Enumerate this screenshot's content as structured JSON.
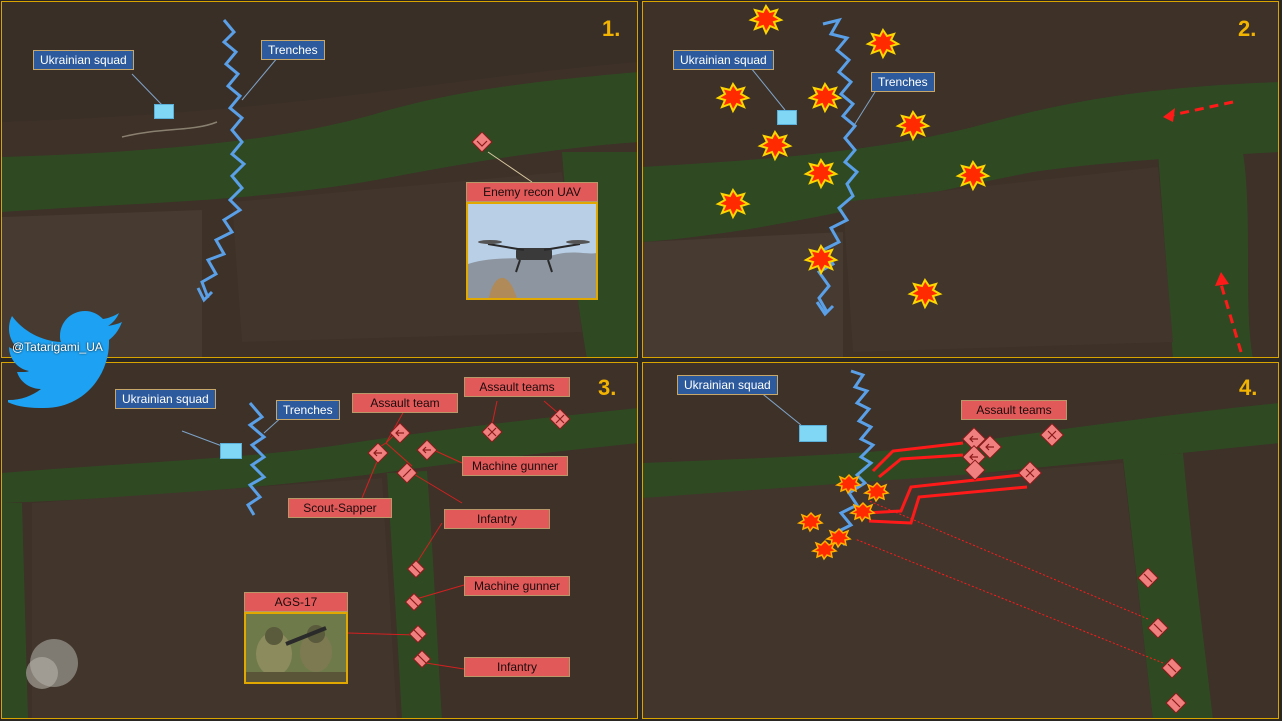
{
  "handle": "@Tatarigami_UA",
  "icons": {
    "brand": "twitter-bird-icon",
    "unit": "diamond-unit-marker-icon",
    "blast": "explosion-icon"
  },
  "colors": {
    "friendly_label": "#2d5a9c",
    "enemy_label": "#e2595a",
    "trench": "#5aa0e8",
    "squad": "#7fd7f5",
    "panel_number": "#f2b400",
    "enemy_arrow": "#ff1a1a"
  },
  "panels": [
    {
      "number": "1.",
      "labels": {
        "squad": "Ukrainian squad",
        "trenches": "Trenches",
        "uav": "Enemy recon UAV"
      }
    },
    {
      "number": "2.",
      "labels": {
        "squad": "Ukrainian squad",
        "trenches": "Trenches"
      }
    },
    {
      "number": "3.",
      "labels": {
        "squad": "Ukrainian squad",
        "trenches": "Trenches",
        "assault_team": "Assault team",
        "assault_teams": "Assault teams",
        "machine_gunner_1": "Machine gunner",
        "scout_sapper": "Scout-Sapper",
        "infantry_1": "Infantry",
        "machine_gunner_2": "Machine gunner",
        "infantry_2": "Infantry",
        "ags": "AGS-17"
      }
    },
    {
      "number": "4.",
      "labels": {
        "squad": "Ukrainian squad",
        "assault_teams": "Assault teams"
      }
    }
  ]
}
